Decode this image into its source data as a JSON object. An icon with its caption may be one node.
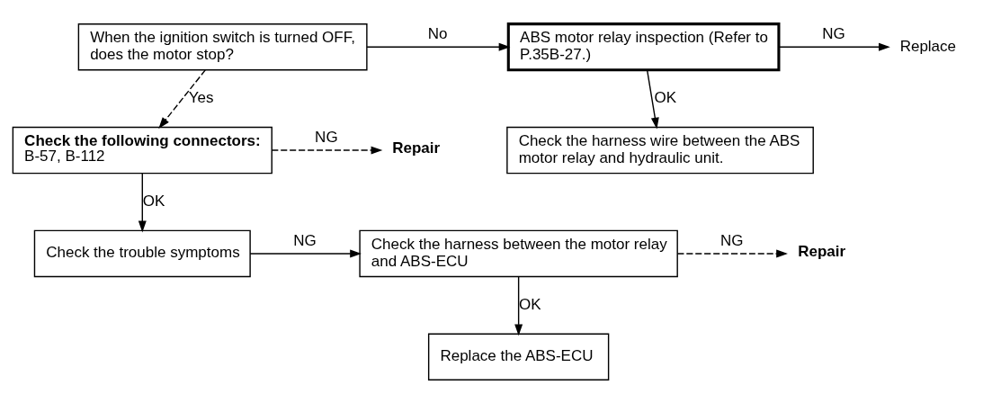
{
  "diagram": {
    "nodes": [
      {
        "text": [
          "When the ignition switch is turned OFF, does the motor stop?"
        ]
      },
      {
        "text": [
          "ABS motor relay inspection (Refer to P.35B-27.)"
        ]
      },
      {
        "text": [
          "Replace"
        ]
      },
      {
        "text": [
          "Check the harness wire between the ABS motor relay and hydraulic unit."
        ]
      },
      {
        "text": [
          "Check the following connectors:",
          "B-57, B-112"
        ]
      },
      {
        "text": [
          "Repair"
        ]
      },
      {
        "text": [
          "Check the trouble symptoms"
        ]
      },
      {
        "text": [
          "Check the harness between the motor relay and ABS-ECU"
        ]
      },
      {
        "text": [
          "Repair"
        ]
      },
      {
        "text": [
          "Replace the ABS-ECU"
        ]
      }
    ],
    "edges": [
      {
        "from": 0,
        "to": 1,
        "arrow": "to",
        "label": "No"
      },
      {
        "from": 1,
        "to": 2,
        "arrow": "to",
        "label": "NG"
      },
      {
        "from": 1,
        "to": 3,
        "arrow": "to",
        "label": "OK"
      },
      {
        "from": 0,
        "to": 4,
        "arrow": "to",
        "label": "Yes",
        "style": "dashed"
      },
      {
        "from": 4,
        "to": 5,
        "arrow": "to",
        "label": "NG",
        "style": "dashed"
      },
      {
        "from": 4,
        "to": 6,
        "arrow": "to",
        "label": "OK"
      },
      {
        "from": 6,
        "to": 7,
        "arrow": "to",
        "label": "NG"
      },
      {
        "from": 7,
        "to": 8,
        "arrow": "to",
        "label": "NG",
        "style": "dashed"
      },
      {
        "from": 7,
        "to": 9,
        "arrow": "to",
        "label": "OK"
      }
    ]
  }
}
